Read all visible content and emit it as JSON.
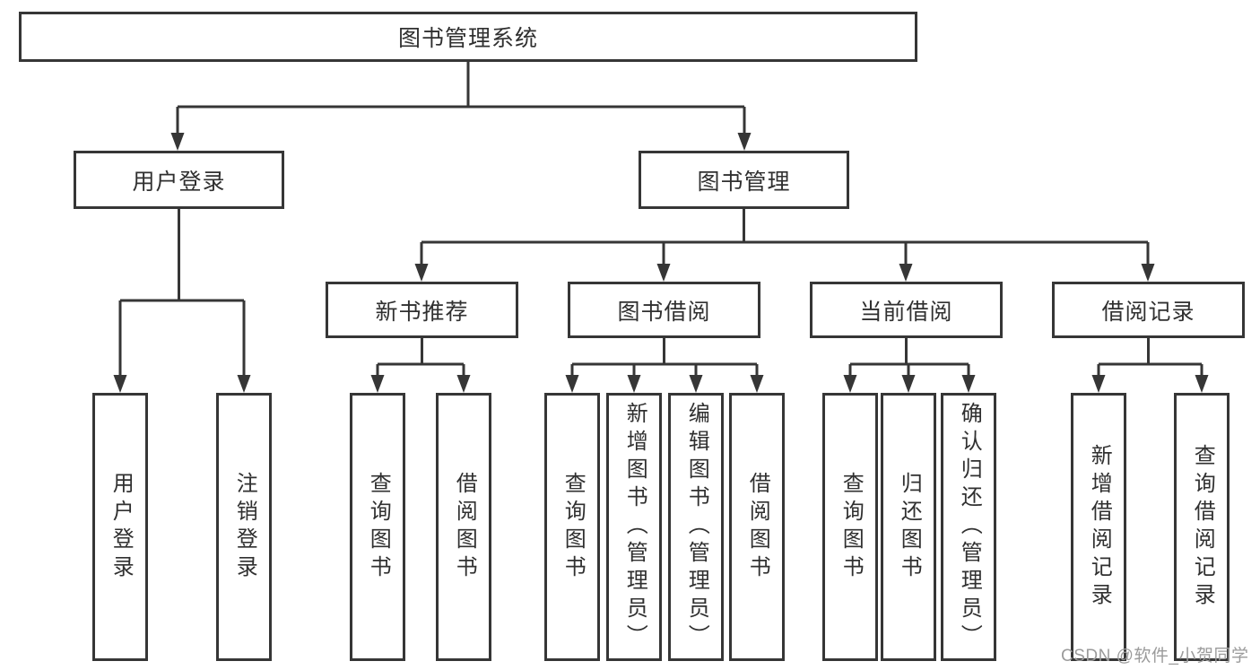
{
  "diagram": {
    "root": {
      "label": "图书管理系统"
    },
    "level2": [
      {
        "label": "用户登录"
      },
      {
        "label": "图书管理"
      }
    ],
    "level3": [
      {
        "label": "新书推荐"
      },
      {
        "label": "图书借阅"
      },
      {
        "label": "当前借阅"
      },
      {
        "label": "借阅记录"
      }
    ],
    "leaves": {
      "user_login": [
        {
          "label": "用户登录"
        },
        {
          "label": "注销登录"
        }
      ],
      "new_book_recommend": [
        {
          "label": "查询图书"
        },
        {
          "label": "借阅图书"
        }
      ],
      "book_borrow": [
        {
          "label": "查询图书"
        },
        {
          "label": "新增图书（管理员）"
        },
        {
          "label": "编辑图书（管理员）"
        },
        {
          "label": "借阅图书"
        }
      ],
      "current_borrow": [
        {
          "label": "查询图书"
        },
        {
          "label": "归还图书"
        },
        {
          "label": "确认归还（管理员）"
        }
      ],
      "borrow_records": [
        {
          "label": "新增借阅记录"
        },
        {
          "label": "查询借阅记录"
        }
      ]
    }
  },
  "watermark": {
    "text": "CSDN @软件_小贺同学"
  },
  "colors": {
    "line": "#363636",
    "box_border": "#363636",
    "text": "#303030",
    "background": "#ffffff",
    "watermark_text": "#9b9b9b"
  }
}
